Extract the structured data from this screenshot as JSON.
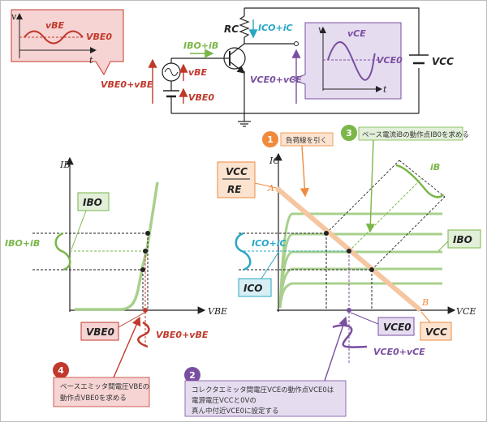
{
  "colors": {
    "red": "#c0392b",
    "green": "#7ab648",
    "cyan": "#2aa6c4",
    "purple": "#7a4fa0",
    "orange": "#f08a3c",
    "black": "#222222"
  },
  "top_left_panel": {
    "axis_v": "v",
    "axis_t": "t",
    "signal": "vBE",
    "dc": "VBE0"
  },
  "top_right_panel": {
    "axis_v": "v",
    "axis_t": "t",
    "signal": "vCE",
    "dc": "VCE0"
  },
  "circuit": {
    "rc": "RC",
    "vcc": "VCC",
    "ic_label": "ICO+iC",
    "ib_label": "IBO+iB",
    "vbe_source": "vBE",
    "vbe0_source": "VBE0",
    "vbe_sum": "VBE0+vBE",
    "vce_sum": "VCE0+vCE"
  },
  "left_graph": {
    "y_axis": "IB",
    "x_axis": "VBE",
    "ibo_box": "IBO",
    "ib_signal": "IBO+iB",
    "vbe0_box": "VBE0",
    "vbe_signal": "VBE0+vBE"
  },
  "right_graph": {
    "y_axis": "IC",
    "x_axis": "VCE",
    "vcc_over_re_num": "VCC",
    "vcc_over_re_den": "RE",
    "point_a": "A",
    "point_b": "B",
    "ic_signal": "ICO+iC",
    "ico_box": "ICO",
    "ibo_box": "IBO",
    "ib_wave": "iB",
    "vce0_box": "VCE0",
    "vcc_box": "VCC",
    "vce_signal": "VCE0+vCE"
  },
  "steps": [
    {
      "num": "1",
      "text": "負荷線を引く"
    },
    {
      "num": "2",
      "lines": [
        "コレクタエミッタ間電圧VCEの動作点VCE0は",
        "電源電圧VCCと0Vの",
        "真ん中付近VCE0に設定する"
      ]
    },
    {
      "num": "3",
      "text": "ベース電流iBの動作点IB0を求める"
    },
    {
      "num": "4",
      "lines": [
        "ベースエミッタ間電圧VBEの",
        "動作点VBE0を求める"
      ]
    }
  ]
}
